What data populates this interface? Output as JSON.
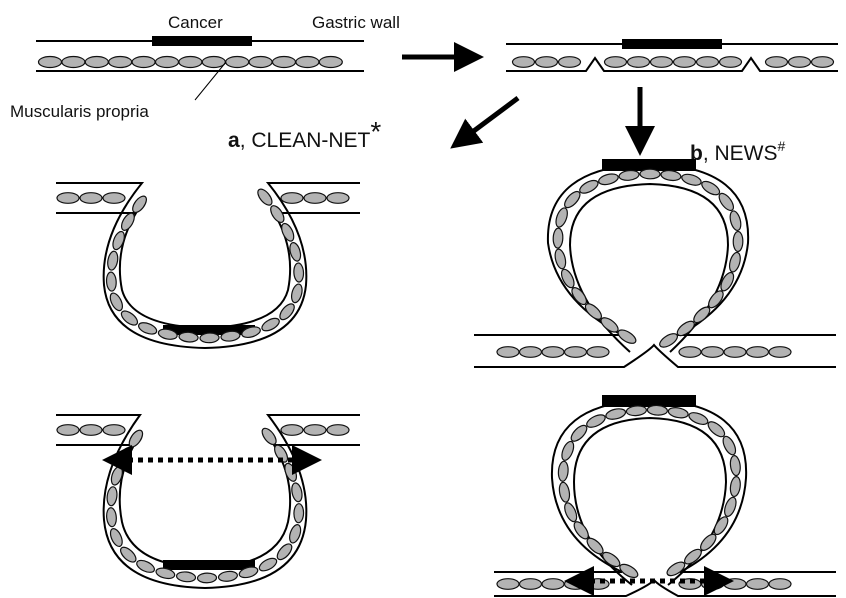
{
  "labels": {
    "cancer": "Cancer",
    "gastric_wall": "Gastric wall",
    "muscularis_propria": "Muscularis propria",
    "a_letter": "a",
    "a_name": ", CLEAN-NET",
    "a_mark": "*",
    "b_letter": "b",
    "b_name": ", NEWS",
    "b_mark": "#"
  },
  "colors": {
    "outline": "#000000",
    "muscle_fill": "#b3b3b3",
    "cancer": "#000000",
    "background": "#ffffff"
  }
}
